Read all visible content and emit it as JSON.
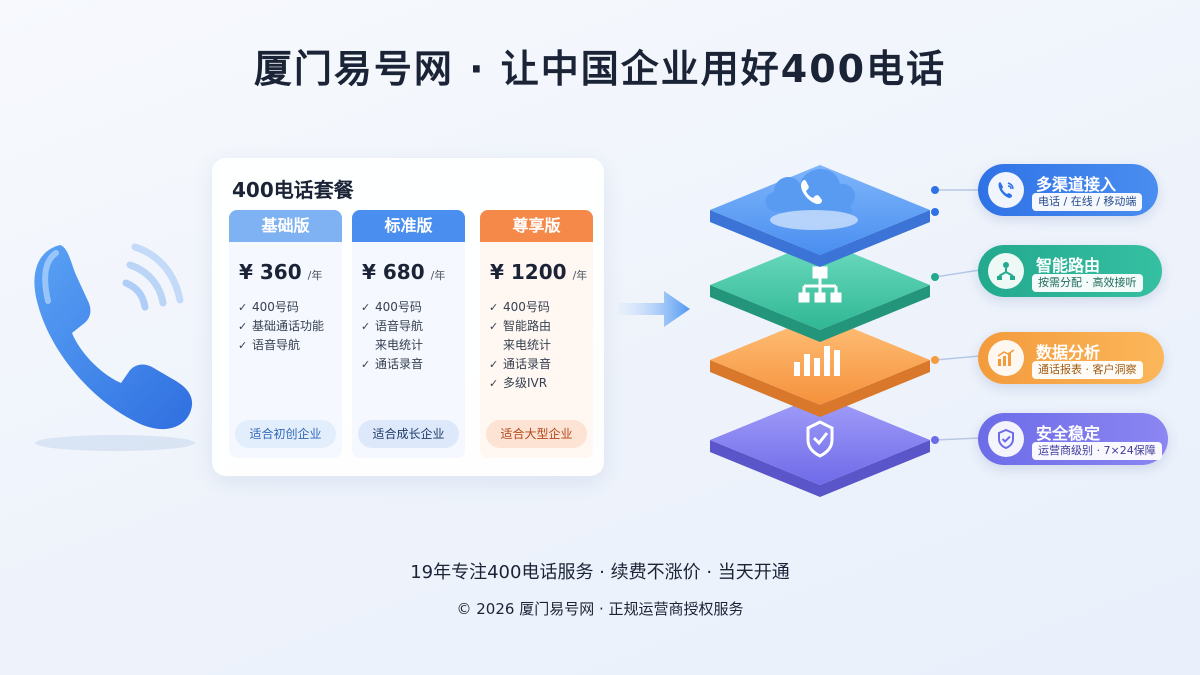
{
  "header": {
    "title": "厦门易号网 · 让中国企业用好400电话"
  },
  "plans": {
    "title": "400电话套餐",
    "items": [
      {
        "name": "基础版",
        "currency": "¥",
        "price": "360",
        "unit": "/年",
        "features": [
          "400号码",
          "基础通话功能",
          "语音导航"
        ],
        "tag": "适合初创企业"
      },
      {
        "name": "标准版",
        "currency": "¥",
        "price": "680",
        "unit": "/年",
        "features": [
          "400号码",
          "语音导航",
          "来电统计",
          "通话录音"
        ],
        "tag": "适合成长企业"
      },
      {
        "name": "尊享版",
        "currency": "¥",
        "price": "1200",
        "unit": "/年",
        "features": [
          "400号码",
          "智能路由",
          "来电统计",
          "通话录音",
          "多级IVR"
        ],
        "tag": "适合大型企业"
      }
    ]
  },
  "features": [
    {
      "title": "多渠道接入",
      "subtitle": "电话 / 在线 / 移动端",
      "icon": "phone-signal-icon",
      "color": "#2f72e6"
    },
    {
      "title": "智能路由",
      "subtitle": "按需分配 · 高效接听",
      "icon": "routing-icon",
      "color": "#23a98e"
    },
    {
      "title": "数据分析",
      "subtitle": "通话报表 · 客户洞察",
      "icon": "chart-icon",
      "color": "#f39b3d"
    },
    {
      "title": "安全稳定",
      "subtitle": "运营商级别 · 7×24保障",
      "icon": "shield-icon",
      "color": "#6d6ce8"
    }
  ],
  "footer": {
    "tagline": "19年专注400电话服务 · 续费不涨价 · 当天开通",
    "copyright": "© 2026 厦门易号网 · 正规运营商授权服务"
  }
}
